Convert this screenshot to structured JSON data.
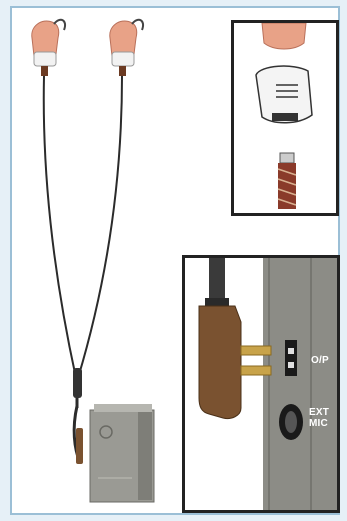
{
  "jack_labels": {
    "output": "O/P",
    "ext_mic_line1": "EXT",
    "ext_mic_line2": "MIC"
  },
  "colors": {
    "page_background": "#e6f0f7",
    "panel_border": "#9bbfd6",
    "earpiece_shell": "#e8a287",
    "cable": "#2b2b2b",
    "device_body": "#9a9a94",
    "socket_panel": "#8c8c86"
  }
}
